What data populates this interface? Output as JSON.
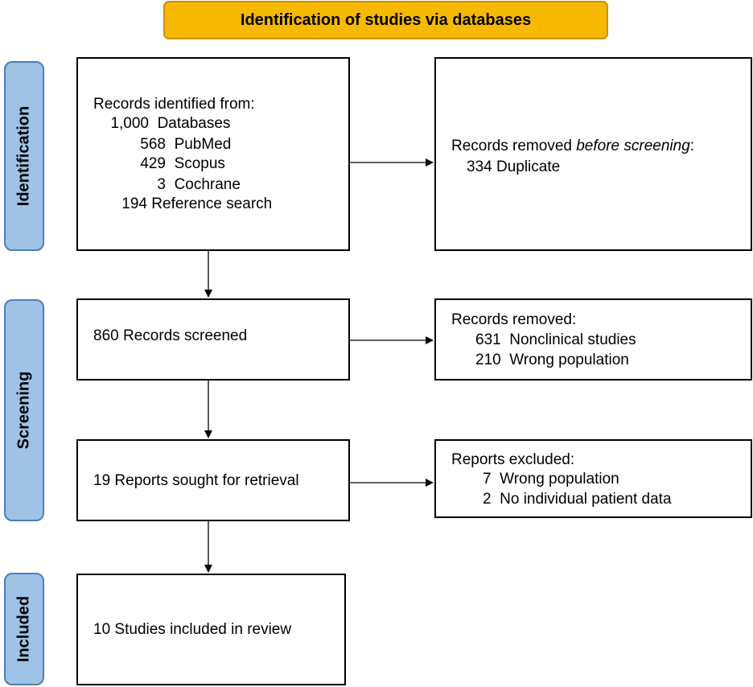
{
  "header": "Identification of studies via databases",
  "stages": {
    "identification": "Identification",
    "screening": "Screening",
    "included": "Included"
  },
  "identified": {
    "heading": "Records identified from:",
    "databases_n": "1,000",
    "databases_label": "Databases",
    "pubmed_n": "568",
    "pubmed_label": "PubMed",
    "scopus_n": "429",
    "scopus_label": "Scopus",
    "cochrane_n": "3",
    "cochrane_label": "Cochrane",
    "reference_n": "194",
    "reference_label": "Reference search"
  },
  "removed_before": {
    "heading_prefix": "Records removed ",
    "heading_emph": "before screening",
    "heading_suffix": ":",
    "duplicate_n": "334",
    "duplicate_label": "Duplicate"
  },
  "screened": {
    "n": "860",
    "label": "Records screened"
  },
  "records_removed": {
    "heading": "Records removed:",
    "nonclinical_n": "631",
    "nonclinical_label": "Nonclinical studies",
    "wrongpop_n": "210",
    "wrongpop_label": "Wrong population"
  },
  "sought": {
    "n": "19",
    "label": "Reports sought for retrieval"
  },
  "excluded": {
    "heading": "Reports excluded:",
    "wrongpop_n": "7",
    "wrongpop_label": "Wrong population",
    "nodata_n": "2",
    "nodata_label": "No individual patient data"
  },
  "included": {
    "n": "10",
    "label": "Studies included in review"
  },
  "colors": {
    "header_fill": "#f7b800",
    "stage_fill": "#9ec3e6",
    "stage_border": "#4f7db5"
  }
}
